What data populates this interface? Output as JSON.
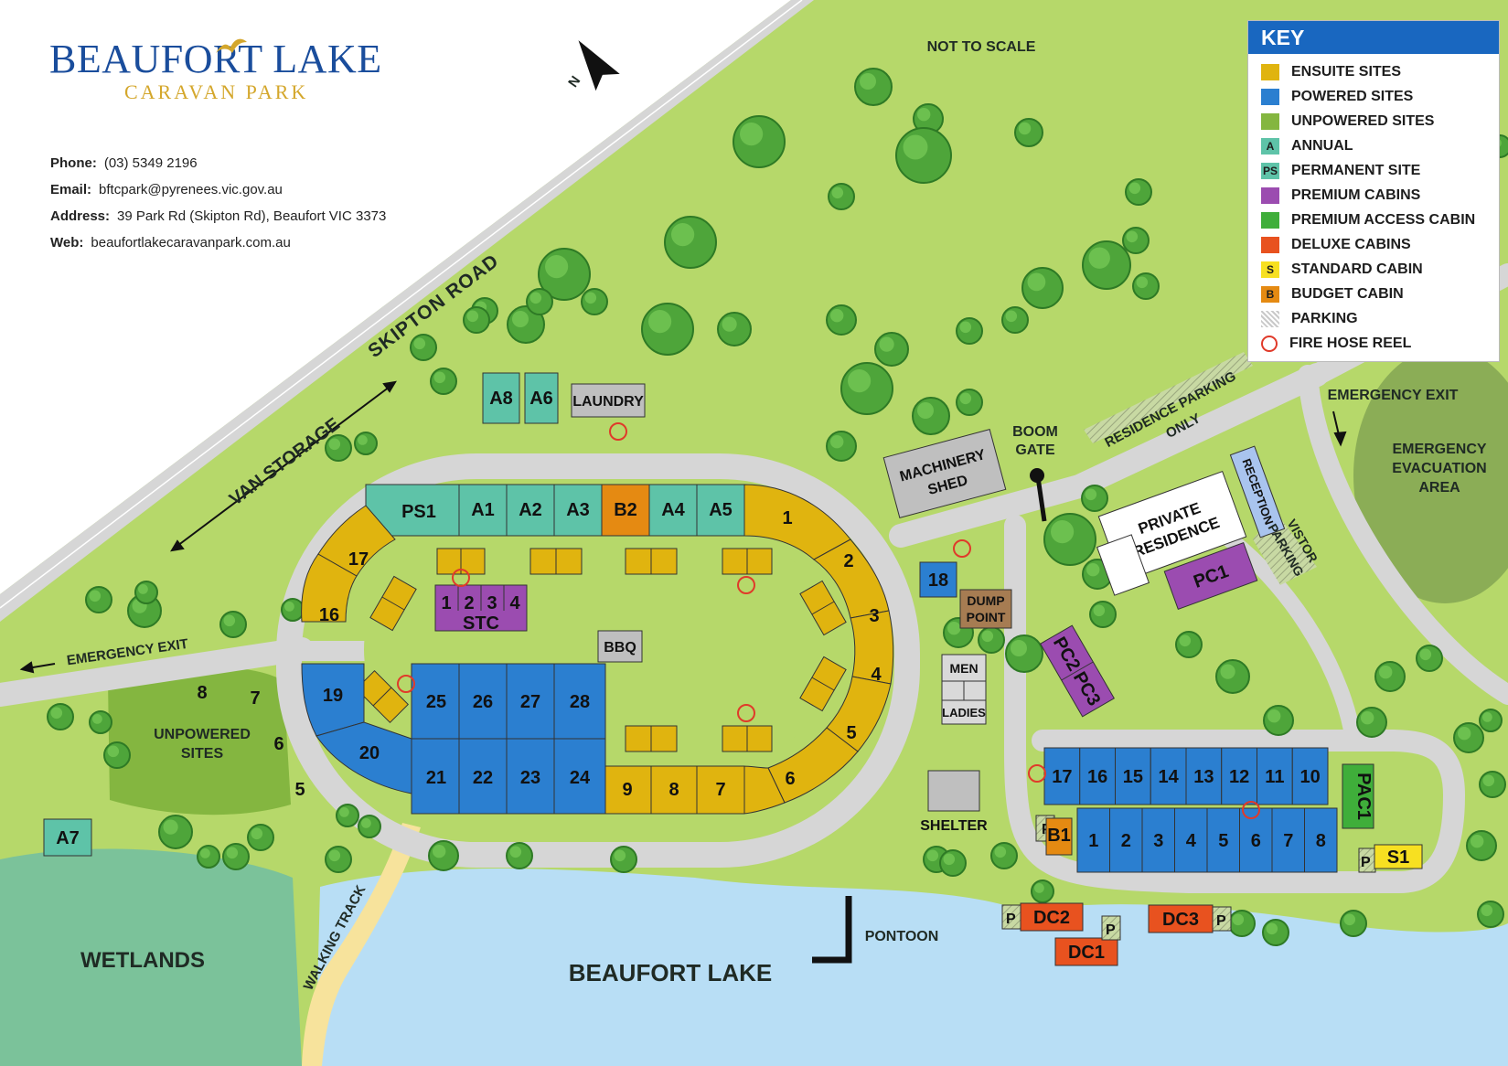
{
  "brand": {
    "title": "BEAUFORT LAKE",
    "subtitle": "CARAVAN PARK"
  },
  "contact": {
    "phone_label": "Phone:",
    "phone": "(03) 5349 2196",
    "email_label": "Email:",
    "email": "bftcpark@pyrenees.vic.gov.au",
    "address_label": "Address:",
    "address": "39 Park Rd (Skipton Rd), Beaufort VIC 3373",
    "web_label": "Web:",
    "web": "beaufortlakecaravanpark.com.au"
  },
  "north_label": "N",
  "scale_note": "NOT TO SCALE",
  "key": {
    "title": "KEY",
    "items": [
      {
        "label": "ENSUITE SITES",
        "color": "#e0b40f",
        "code": ""
      },
      {
        "label": "POWERED SITES",
        "color": "#2b7fd0",
        "code": ""
      },
      {
        "label": "UNPOWERED SITES",
        "color": "#84b640",
        "code": ""
      },
      {
        "label": "ANNUAL",
        "color": "#5ec3a8",
        "code": "A"
      },
      {
        "label": "PERMANENT SITE",
        "color": "#5ec3a8",
        "code": "PS"
      },
      {
        "label": "PREMIUM CABINS",
        "color": "#9b4cb0",
        "code": ""
      },
      {
        "label": "PREMIUM ACCESS CABIN",
        "color": "#3fae3a",
        "code": ""
      },
      {
        "label": "DELUXE CABINS",
        "color": "#e8521f",
        "code": ""
      },
      {
        "label": "STANDARD CABIN",
        "color": "#f7e021",
        "code": "S"
      },
      {
        "label": "BUDGET CABIN",
        "color": "#e58a12",
        "code": "B"
      },
      {
        "label": "PARKING",
        "color": "hatch",
        "code": ""
      },
      {
        "label": "FIRE HOSE REEL",
        "color": "ring",
        "code": ""
      }
    ]
  },
  "labels": {
    "skipton_road": "SKIPTON ROAD",
    "van_storage": "VAN STORAGE",
    "emergency_exit_left": "EMERGENCY EXIT",
    "emergency_exit_right": "EMERGENCY EXIT",
    "unpowered_sites": [
      "UNPOWERED",
      "SITES"
    ],
    "wetlands": "WETLANDS",
    "walking_track": "WALKING TRACK",
    "lake": "BEAUFORT LAKE",
    "pontoon": "PONTOON",
    "shelter": "SHELTER",
    "boom_gate": [
      "BOOM",
      "GATE"
    ],
    "residence_parking": [
      "RESIDENCE PARKING",
      "ONLY"
    ],
    "visitor_parking": [
      "VISTOR",
      "PARKING"
    ],
    "evacuation": [
      "EMERGENCY",
      "EVACUATION",
      "AREA"
    ],
    "machinery_shed": [
      "MACHINERY",
      "SHED"
    ],
    "laundry": "LAUNDRY",
    "bbq": "BBQ",
    "dump_point": [
      "DUMP",
      "POINT"
    ],
    "men": "MEN",
    "ladies": "LADIES",
    "private_residence": [
      "PRIVATE",
      "RESIDENCE"
    ],
    "reception": "RECEPTION",
    "stc": "STC",
    "parking_p": "P"
  },
  "sites": {
    "annual_top": [
      "PS1",
      "A1",
      "A2",
      "A3",
      "B2",
      "A4",
      "A5"
    ],
    "annual_misc": [
      "A8",
      "A6",
      "A7"
    ],
    "ensuite_outer": [
      "1",
      "2",
      "3",
      "4",
      "5",
      "6",
      "7",
      "8",
      "9",
      "16",
      "17"
    ],
    "powered_loop": [
      "19",
      "20",
      "21",
      "22",
      "23",
      "24",
      "25",
      "26",
      "27",
      "28"
    ],
    "stc_cabins": [
      "1",
      "2",
      "3",
      "4"
    ],
    "unpowered": [
      "8",
      "7",
      "6",
      "5"
    ],
    "powered_east_top": [
      "17",
      "16",
      "15",
      "14",
      "13",
      "12",
      "11",
      "10"
    ],
    "powered_east_bottom": [
      "1",
      "2",
      "3",
      "4",
      "5",
      "6",
      "7",
      "8"
    ],
    "site_18": "18",
    "premium_cabins": [
      "PC1",
      "PC2",
      "PC3"
    ],
    "premium_access": "PAC1",
    "deluxe": [
      "DC1",
      "DC2",
      "DC3"
    ],
    "standard": "S1",
    "budget": "B1"
  }
}
